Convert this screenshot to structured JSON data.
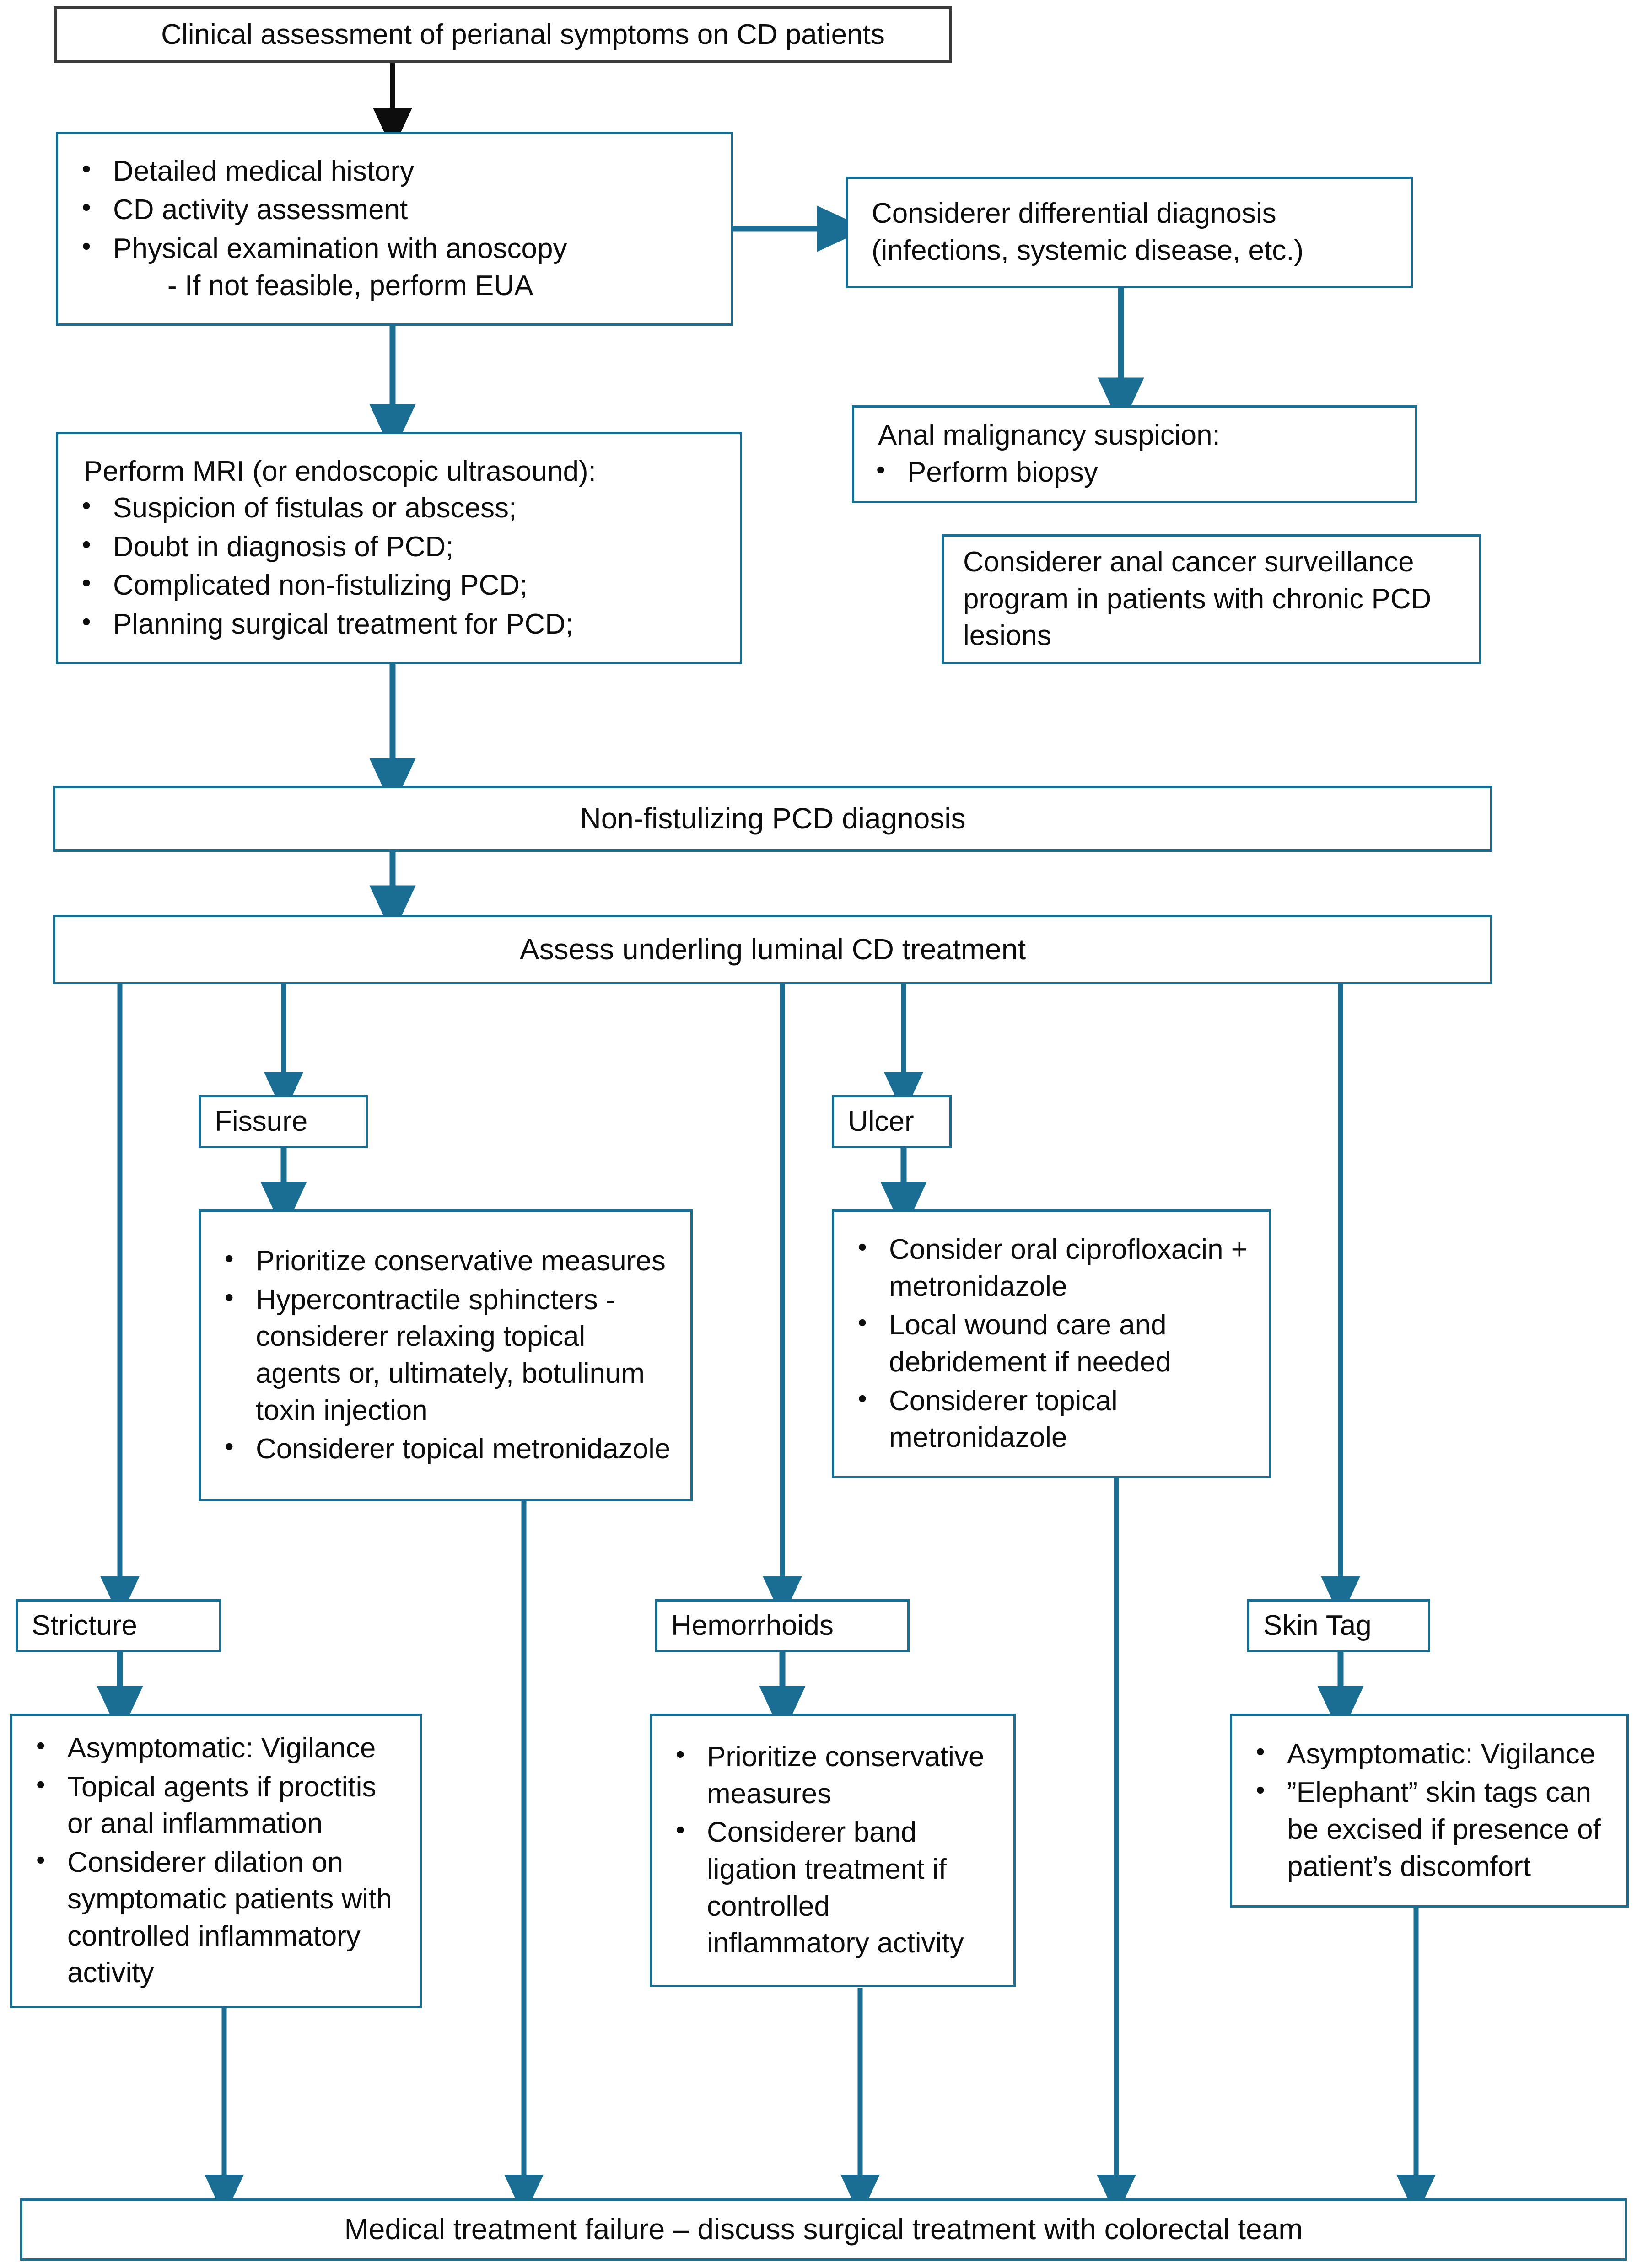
{
  "theme": {
    "accent_blue": "#1b6e93",
    "dark_border": "#3b3b3b",
    "text_color": "#0d0d0d",
    "background": "#ffffff"
  },
  "chart_data": {
    "type": "flowchart",
    "title": "Clinical assessment of perianal symptoms on CD patients",
    "orientation": "top-to-bottom"
  },
  "nodes": {
    "start": {
      "title": "Clinical assessment of perianal symptoms on CD patients"
    },
    "initial_workup": {
      "bullets": [
        "Detailed medical history",
        "CD activity assessment",
        "Physical examination with anoscopy"
      ],
      "subline": "- If not feasible, perform EUA"
    },
    "differential": {
      "line1": "Considerer differential diagnosis",
      "line2": "(infections, systemic disease, etc.)"
    },
    "imaging": {
      "title": "Perform MRI (or endoscopic ultrasound):",
      "bullets": [
        "Suspicion of fistulas or abscess;",
        "Doubt in diagnosis of PCD;",
        "Complicated non-fistulizing PCD;",
        "Planning surgical treatment for PCD;"
      ]
    },
    "malignancy": {
      "title": "Anal malignancy suspicion:",
      "bullets": [
        "Perform biopsy"
      ]
    },
    "surveillance": {
      "text": "Considerer anal cancer surveillance program in patients with chronic PCD lesions"
    },
    "diagnosis_banner": {
      "label": "Non-fistulizing PCD diagnosis"
    },
    "assess_banner": {
      "label": "Assess underling luminal CD treatment"
    },
    "fissure": {
      "label": "Fissure",
      "bullets": [
        "Prioritize conservative measures",
        "Hypercontractile sphincters - considerer relaxing topical agents or, ultimately, botulinum toxin injection",
        "Considerer topical metronidazole"
      ]
    },
    "ulcer": {
      "label": "Ulcer",
      "bullets": [
        "Consider oral ciprofloxacin + metronidazole",
        "Local wound care and debridement if needed",
        "Considerer topical metronidazole"
      ]
    },
    "stricture": {
      "label": "Stricture",
      "bullets": [
        "Asymptomatic: Vigilance",
        "Topical agents if proctitis or anal inflammation",
        "Considerer dilation on symptomatic patients with controlled inflammatory activity"
      ]
    },
    "hemorrhoids": {
      "label": "Hemorrhoids",
      "bullets": [
        "Prioritize conservative measures",
        "Considerer band ligation treatment if controlled inflammatory activity"
      ]
    },
    "skin_tag": {
      "label": "Skin Tag",
      "bullets": [
        "Asymptomatic: Vigilance",
        "”Elephant” skin tags can be excised if presence of patient’s discomfort"
      ]
    },
    "failure_banner": {
      "label": "Medical treatment failure – discuss surgical treatment with colorectal team"
    }
  }
}
